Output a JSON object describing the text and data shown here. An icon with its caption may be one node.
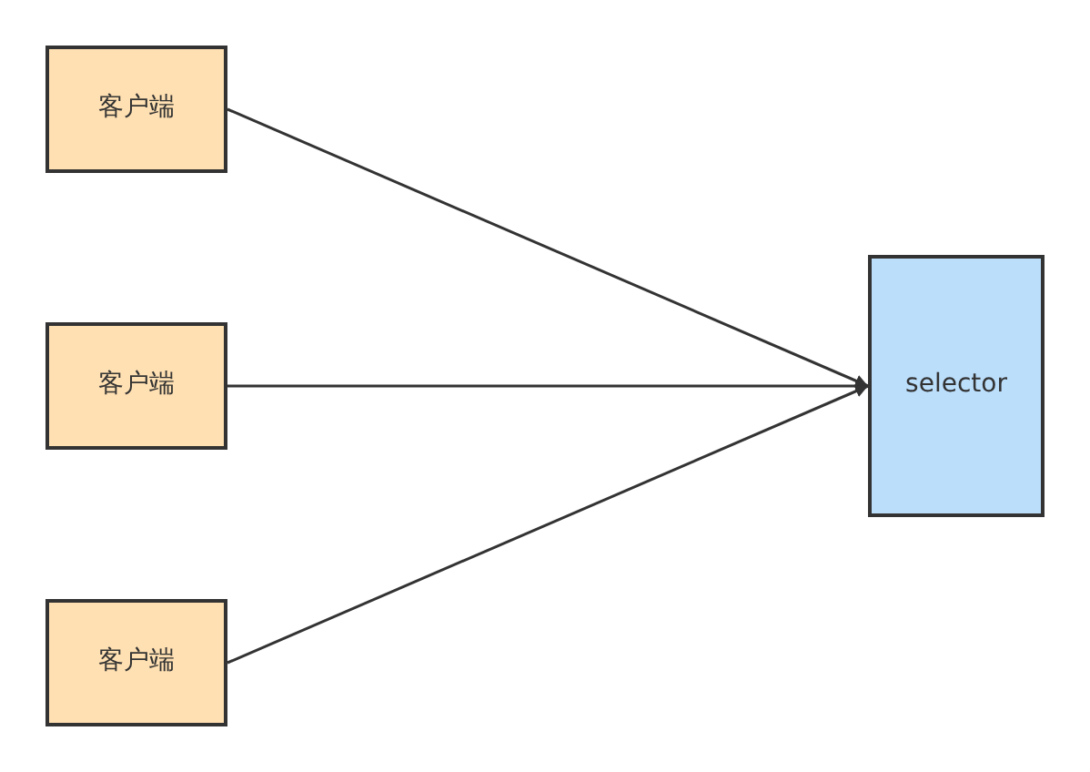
{
  "diagram": {
    "nodes": [
      {
        "text": [
          "客户端"
        ]
      },
      {
        "text": [
          "客户端"
        ]
      },
      {
        "text": [
          "客户端"
        ]
      },
      {
        "text": [
          "selector"
        ]
      }
    ],
    "edges": [
      {
        "from": 0,
        "to": 3,
        "arrow": "to"
      },
      {
        "from": 1,
        "to": 3,
        "arrow": "to"
      },
      {
        "from": 2,
        "to": 3,
        "arrow": "to"
      }
    ]
  }
}
